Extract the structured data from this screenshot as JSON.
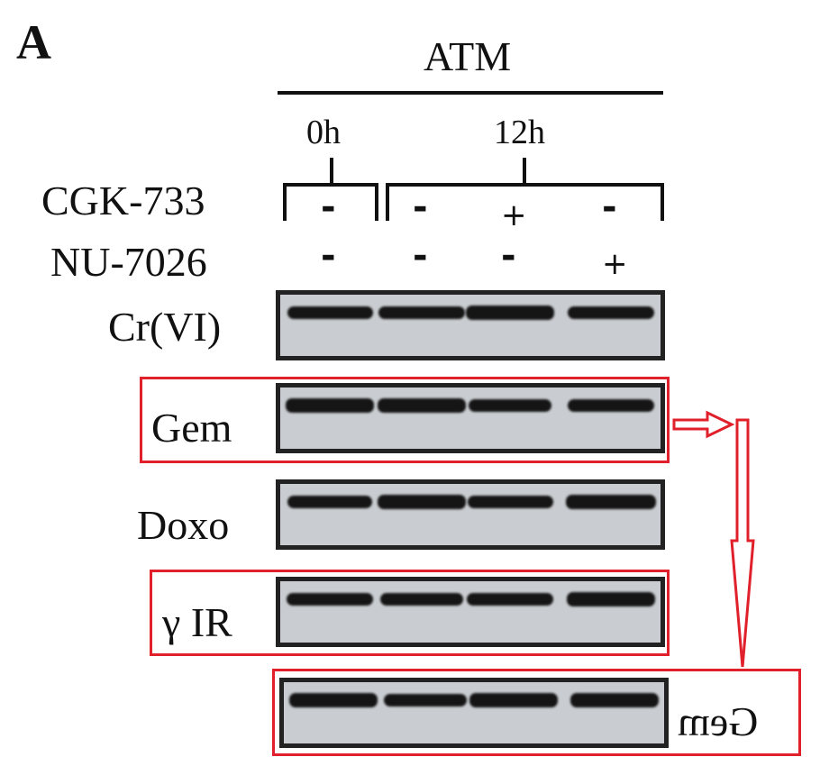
{
  "panel_letter": "A",
  "protein": "ATM",
  "timepoints": [
    "0h",
    "12h"
  ],
  "treatments": [
    {
      "name": "CGK-733",
      "signs": [
        "-",
        "-",
        "+",
        "-"
      ]
    },
    {
      "name": "NU-7026",
      "signs": [
        "-",
        "-",
        "-",
        "+"
      ]
    }
  ],
  "rows": [
    {
      "label": "Cr(VI)",
      "band_intensity": [
        0.8,
        0.85,
        0.9,
        0.85
      ],
      "highlighted": false
    },
    {
      "label": "Gem",
      "band_intensity": [
        0.9,
        0.9,
        0.7,
        0.85
      ],
      "highlighted": true
    },
    {
      "label": "Doxo",
      "band_intensity": [
        0.75,
        0.9,
        0.8,
        1.0
      ],
      "highlighted": false
    },
    {
      "label": "γ IR",
      "band_intensity": [
        0.85,
        0.7,
        0.85,
        0.9
      ],
      "highlighted": true
    }
  ],
  "mirrored_row": {
    "label": "Gem",
    "band_intensity": [
      0.9,
      0.7,
      0.9,
      0.95
    ]
  },
  "colors": {
    "highlight": "#e0202a",
    "blot_bg": "#c9ccd0"
  }
}
